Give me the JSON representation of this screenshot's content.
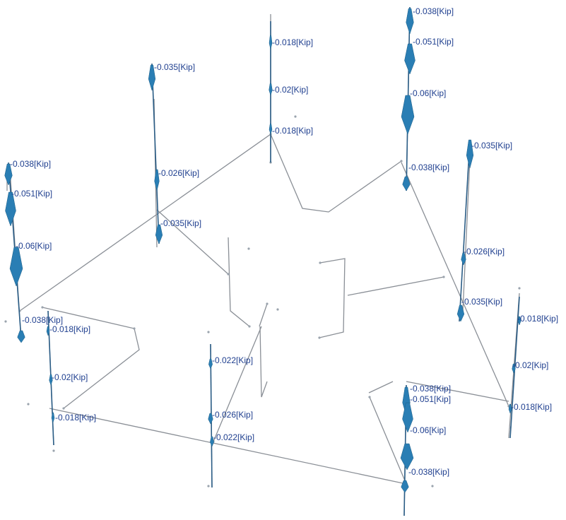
{
  "diagram": {
    "unit": "Kip",
    "load_values": [
      "-0.038",
      "-0.051",
      "-0.06",
      "-0.038",
      "-0.035",
      "-0.026",
      "-0.035",
      "-0.018",
      "-0.02",
      "-0.018",
      "-0.038",
      "-0.051",
      "-0.06",
      "-0.038",
      "-0.035",
      "-0.026",
      "-0.035",
      "-0.018",
      "-0.02",
      "-0.018",
      "-0.018",
      "-0.02",
      "-0.018",
      "-0.022",
      "-0.026",
      "-0.022",
      "-0.038",
      "-0.051",
      "-0.06",
      "-0.038"
    ],
    "load_magnitudes": [
      0.038,
      0.051,
      0.06,
      0.038,
      0.035,
      0.026,
      0.035,
      0.018,
      0.02,
      0.018,
      0.038,
      0.051,
      0.06,
      0.038,
      0.035,
      0.026,
      0.035,
      0.018,
      0.02,
      0.018,
      0.018,
      0.02,
      0.018,
      0.022,
      0.026,
      0.022,
      0.038,
      0.051,
      0.06,
      0.038
    ],
    "colors": {
      "member": "#8a8f96",
      "arrow": "#2a7eb4",
      "label": "#1f3f8f",
      "background": "#ffffff"
    }
  }
}
